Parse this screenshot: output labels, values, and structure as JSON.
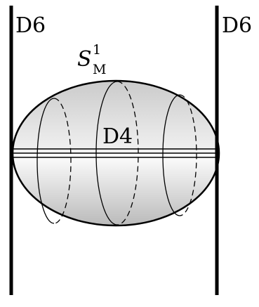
{
  "labels": {
    "left_brane": "D6",
    "right_brane": "D6",
    "middle_brane": "D4",
    "circle_symbol": "S",
    "circle_superscript": "1",
    "circle_subscript": "M"
  }
}
